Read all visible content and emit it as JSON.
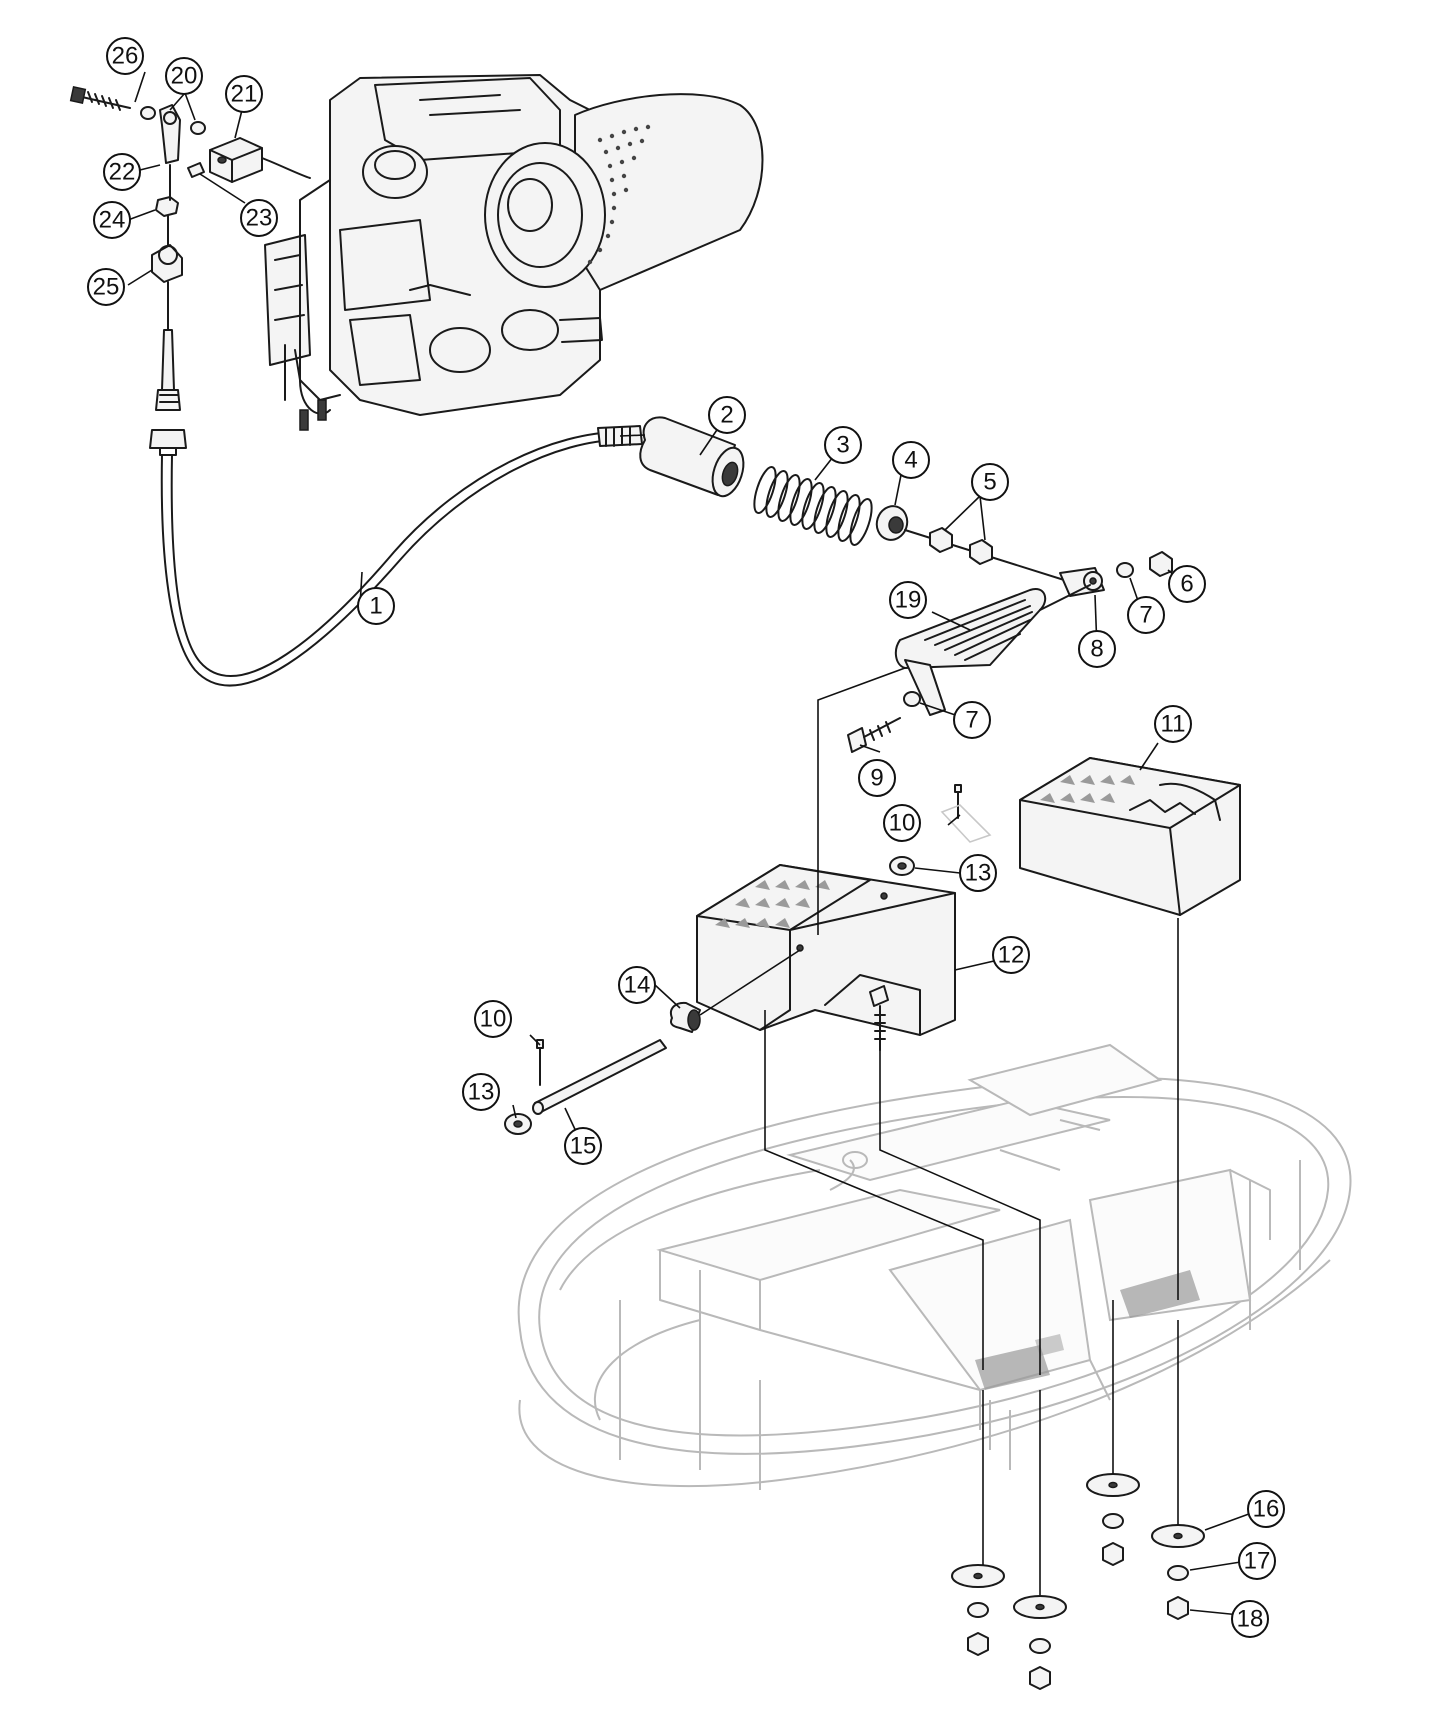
{
  "diagram": {
    "callouts": [
      "1",
      "2",
      "3",
      "4",
      "5",
      "6",
      "7",
      "7",
      "8",
      "9",
      "10",
      "10",
      "11",
      "12",
      "13",
      "13",
      "14",
      "15",
      "16",
      "17",
      "18",
      "19",
      "20",
      "21",
      "22",
      "23",
      "24",
      "25",
      "26"
    ]
  }
}
